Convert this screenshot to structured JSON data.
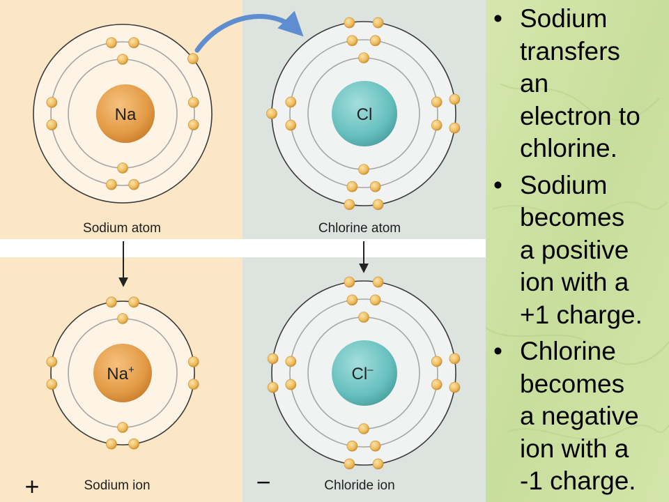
{
  "colors": {
    "sodium_bg": "#fbe7c6",
    "chlorine_bg": "#dde4df",
    "na_nucleus": "#e6a04a",
    "cl_nucleus": "#6ec3c2",
    "electron": "#eebf62",
    "transfer_arrow": "#5e8ed0",
    "slide_bg": "#cfe2a6"
  },
  "diagram": {
    "sodium_atom": {
      "label": "Sodium atom",
      "nucleus": "Na",
      "shells": [
        2,
        8,
        1
      ]
    },
    "chlorine_atom": {
      "label": "Chlorine atom",
      "nucleus": "Cl",
      "shells": [
        2,
        8,
        7
      ]
    },
    "sodium_ion": {
      "label": "Sodium ion",
      "nucleus": "Na",
      "charge": "+",
      "sign": "+",
      "shells": [
        2,
        8
      ]
    },
    "chloride_ion": {
      "label": "Chloride ion",
      "nucleus": "Cl",
      "charge": "–",
      "sign": "−",
      "shells": [
        2,
        8,
        8
      ]
    }
  },
  "bullets": [
    {
      "lines": [
        "Sodium",
        "transfers",
        "an",
        "electron to",
        "chlorine."
      ]
    },
    {
      "lines": [
        "Sodium",
        "becomes",
        "a positive",
        "ion with a",
        "+1 charge."
      ]
    },
    {
      "lines": [
        "Chlorine",
        "becomes",
        "a negative",
        "ion with a",
        "-1 charge."
      ]
    }
  ],
  "bullet_symbol": "•"
}
